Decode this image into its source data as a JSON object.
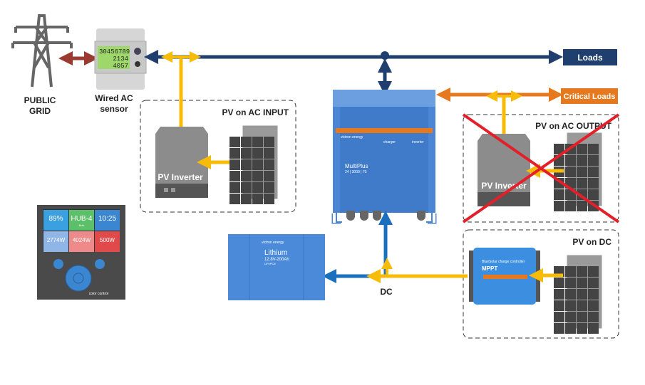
{
  "grid": {
    "label_line1": "PUBLIC",
    "label_line2": "GRID"
  },
  "sensor": {
    "label_line1": "Wired AC",
    "label_line2": "sensor",
    "display": [
      "30456789",
      "2134",
      "4057"
    ]
  },
  "loads": {
    "label": "Loads"
  },
  "critical_loads": {
    "label": "Critical Loads"
  },
  "pv_ac_input": {
    "title": "PV on AC INPUT",
    "inverter_label": "PV Inverter"
  },
  "pv_ac_output": {
    "title": "PV on AC OUTPUT",
    "inverter_label": "PV Inverter",
    "crossed_out": true
  },
  "pv_dc": {
    "title": "PV on DC",
    "mppt_brand": "BlueSolar charge controller",
    "mppt_label": "MPPT"
  },
  "multiplus": {
    "name": "MultiPlus",
    "model": "24 | 3000 | 70",
    "brand": "victron energy",
    "charger_label": "charger",
    "inverter_label": "inverter"
  },
  "battery": {
    "name": "Lithium",
    "spec": "12.8V-200Ah",
    "chem": "LiFePO4",
    "brand": "victron energy"
  },
  "dc_label": "DC",
  "color_control": {
    "tiles": [
      {
        "value": "89%",
        "color": "#3aa0e0"
      },
      {
        "value": "HUB-4",
        "sub": "Bulk",
        "color": "#5cbf6a"
      },
      {
        "value": "10:25",
        "color": "#3a86d0"
      },
      {
        "value": "2774W",
        "color": "#8fb6e6"
      },
      {
        "value": "4024W",
        "color": "#ee8a8a"
      },
      {
        "value": "500W",
        "color": "#e04a4a"
      }
    ],
    "brand": "color control"
  },
  "colors": {
    "dc_blue": "#1a6fbf",
    "ac_navy": "#1f3f6e",
    "pv_yellow": "#f7bb0a",
    "critical_orange": "#e6781e",
    "grid_red": "#9b3a30",
    "cross_red": "#e3202a"
  }
}
